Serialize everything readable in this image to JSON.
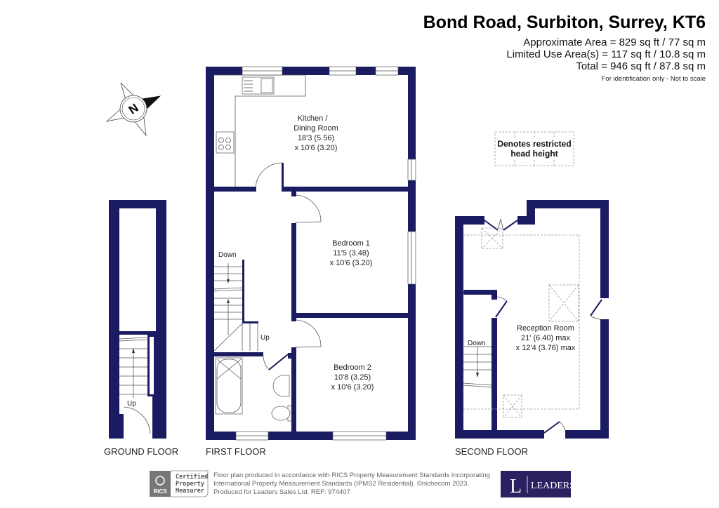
{
  "header": {
    "title": "Bond Road, Surbiton, Surrey, KT6",
    "approx_area": "Approximate Area = 829 sq ft / 77 sq m",
    "limited_use_area": "Limited Use Area(s) = 117 sq ft / 10.8 sq m",
    "total": "Total = 946 sq ft / 87.8 sq m",
    "disclaimer": "For identification only - Not to scale"
  },
  "colors": {
    "walls": "#1b1b62",
    "brand": "#2b2160"
  },
  "compass": {
    "label": "N",
    "icon": "compass-north-icon"
  },
  "legend": {
    "line1": "Denotes restricted",
    "line2": "head height"
  },
  "floors": {
    "ground": {
      "label": "GROUND FLOOR",
      "stairs": "Up"
    },
    "first": {
      "label": "FIRST FLOOR",
      "stairs_down": "Down",
      "stairs_up": "Up",
      "kitchen": {
        "name1": "Kitchen /",
        "name2": "Dining Room",
        "dim1": "18'3 (5.56)",
        "dim2": "x 10'6 (3.20)"
      },
      "bedroom1": {
        "name": "Bedroom 1",
        "dim1": "11'5 (3.48)",
        "dim2": "x 10'6 (3.20)"
      },
      "bedroom2": {
        "name": "Bedroom 2",
        "dim1": "10'8 (3.25)",
        "dim2": "x 10'6 (3.20)"
      }
    },
    "second": {
      "label": "SECOND FLOOR",
      "stairs": "Down",
      "reception": {
        "name": "Reception Room",
        "dim1": "21' (6.40) max",
        "dim2": "x 12'4 (3.76) max"
      }
    }
  },
  "footer": {
    "rics": {
      "logo_text": "RICS",
      "badge1": "Certified",
      "badge2": "Property",
      "badge3": "Measurer"
    },
    "line1": "Floor plan produced in accordance with RICS Property Measurement Standards incorporating",
    "line2": "International Property Measurement Standards (IPMS2 Residential).  ©nichecom 2023.",
    "line3": "Produced for Leaders Sales Ltd.   REF:  974407",
    "brand": {
      "letter": "L",
      "name": "LEADERS"
    }
  }
}
